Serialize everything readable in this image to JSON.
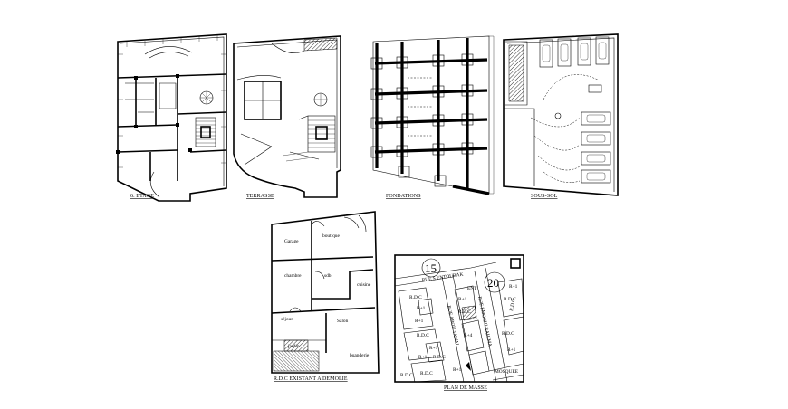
{
  "sheets": {
    "etage": {
      "caption": "6. ETAGE"
    },
    "terrasse": {
      "caption": "TERRASSE"
    },
    "fondations": {
      "caption": "FONDATIONS"
    },
    "sous_sol": {
      "caption": "SOUS-SOL"
    },
    "rdc": {
      "caption": "R.D.C EXISTANT A DEMOLIE",
      "rooms": {
        "garage": "Garage",
        "boutique": "boutique",
        "chambre": "chambre",
        "sdb": "sdb",
        "cuisine": "cuisine",
        "sejour": "séjour",
        "salon": "Salon",
        "jardin": "jardin",
        "buanderie": "buanderie"
      }
    },
    "plan_masse": {
      "caption": "PLAN DE MASSE",
      "lot_a": "15",
      "lot_b": "20",
      "street_1": "RUE S ENTOURAK",
      "street_2": "RUE ABOU TAWAL",
      "street_3": "RUE EMOCHI RAHIMA",
      "ent": "ENT",
      "mosque": "MOSQUEE",
      "labels": [
        "R.D.C",
        "R+1",
        "R+1",
        "R.D.C",
        "R+1",
        "R+1",
        "R.D.C",
        "R+1",
        "R.D.C",
        "R+4",
        "R+1",
        "R.D.C",
        "R.D.C",
        "R.D.C",
        "R+1",
        "R.D.C",
        "R+1",
        "R.D.C"
      ]
    }
  }
}
